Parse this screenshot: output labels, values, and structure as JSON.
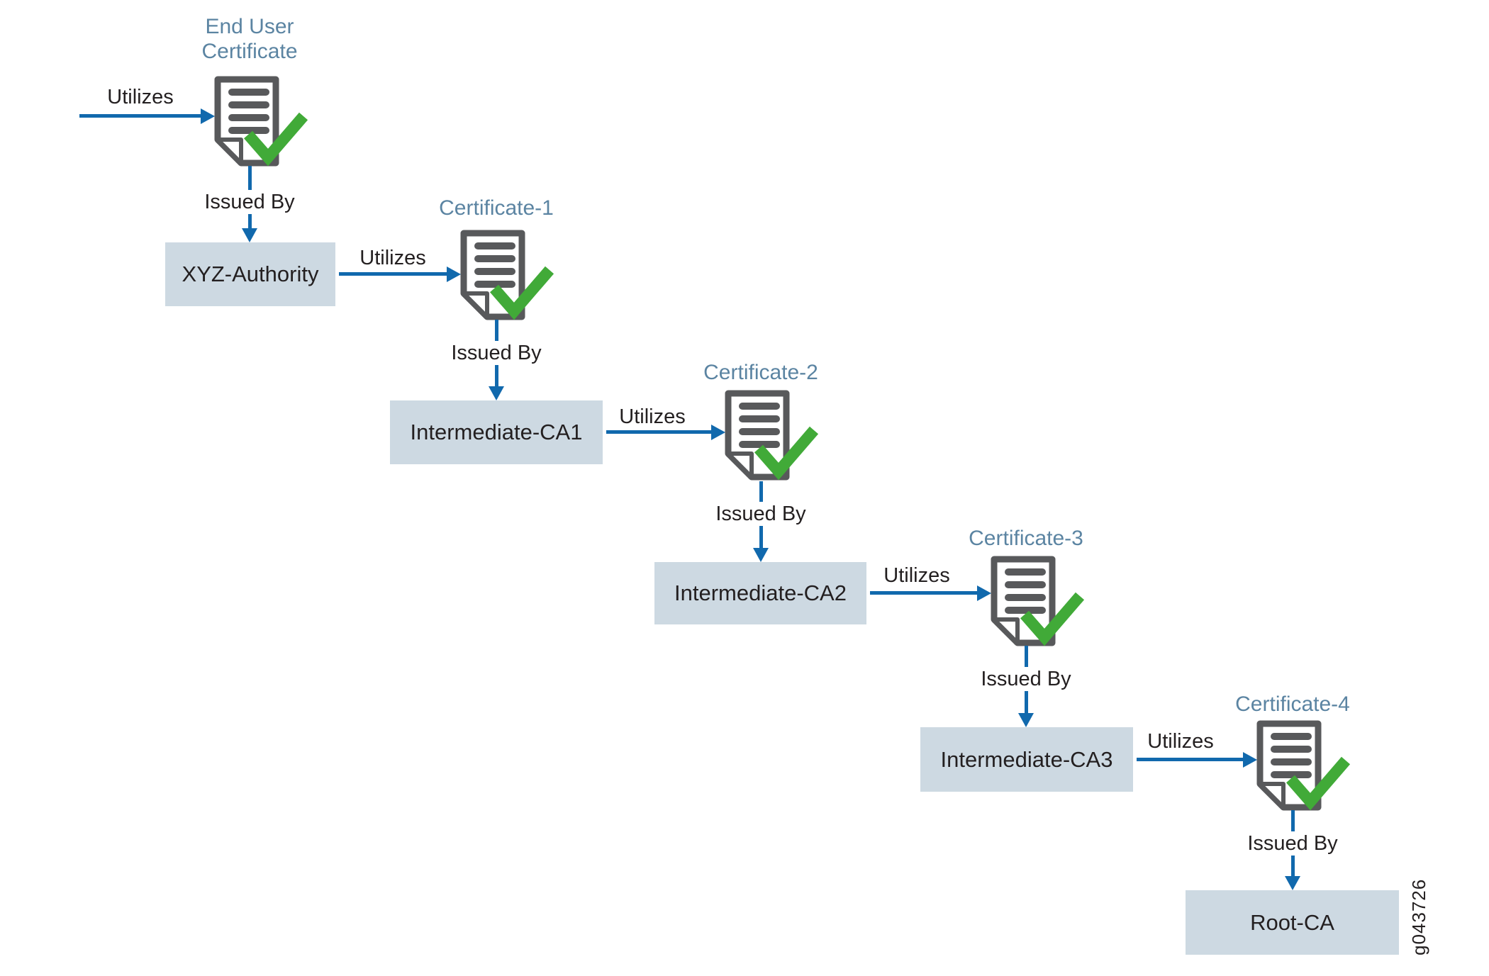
{
  "diagram": {
    "utilizes_label": "Utilizes",
    "issued_by_label": "Issued By",
    "watermark": "g043726",
    "colors": {
      "arrow_blue": "#1169ad",
      "certificate_label_blue": "#5b84a2",
      "authority_box_fill": "#cdd9e2",
      "icon_gray": "#58595b",
      "check_green": "#41aa38",
      "text_dark": "#231f20"
    },
    "units": [
      {
        "certificate_label": "End User Certificate",
        "authority_label": "XYZ-Authority"
      },
      {
        "certificate_label": "Certificate-1",
        "authority_label": "Intermediate-CA1"
      },
      {
        "certificate_label": "Certificate-2",
        "authority_label": "Intermediate-CA2"
      },
      {
        "certificate_label": "Certificate-3",
        "authority_label": "Intermediate-CA3"
      },
      {
        "certificate_label": "Certificate-4",
        "authority_label": "Root-CA"
      }
    ]
  }
}
